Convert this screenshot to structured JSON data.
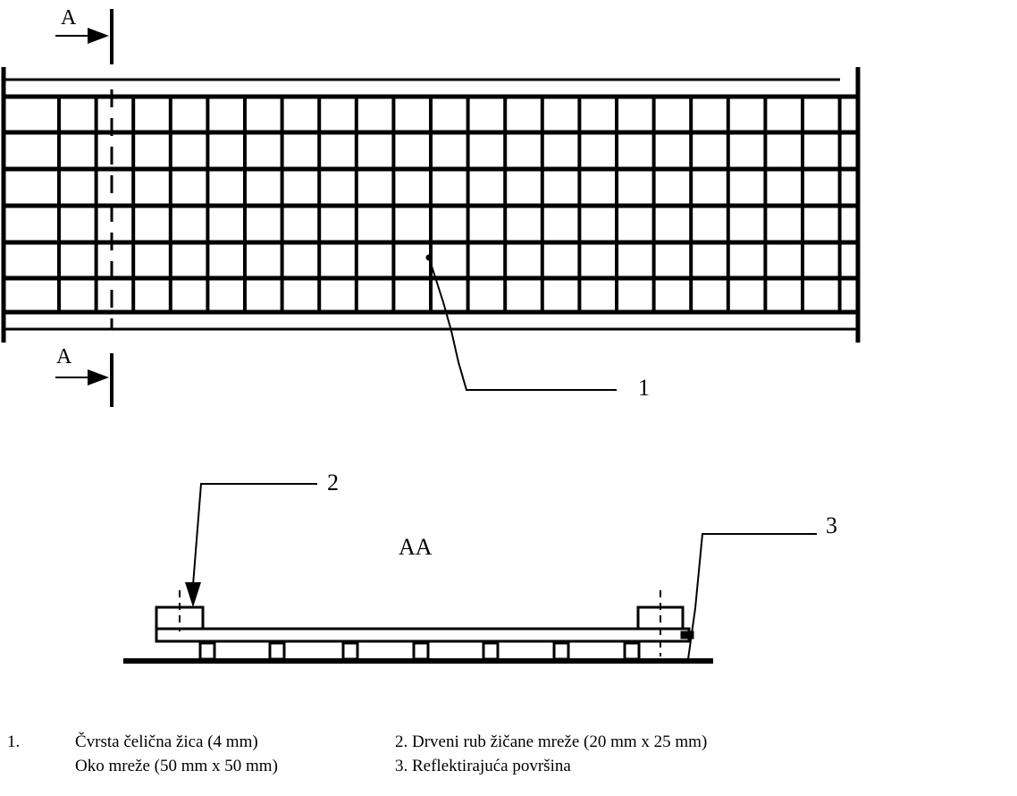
{
  "diagram": {
    "section_mark_top": "A",
    "section_mark_bottom": "A",
    "section_title": "AA",
    "callouts": {
      "c1": "1",
      "c2": "2",
      "c3": "3"
    }
  },
  "legend": {
    "item1_number": "1.",
    "item1_line1": "Čvrsta čelična žica (4 mm)",
    "item1_line2": "Oko mreže (50 mm x 50 mm)",
    "item2": "2. Drveni rub žičane mreže (20 mm x 25 mm)",
    "item3": "3. Reflektirajuća površina"
  },
  "colors": {
    "ink": "#000000",
    "paper": "#ffffff"
  }
}
